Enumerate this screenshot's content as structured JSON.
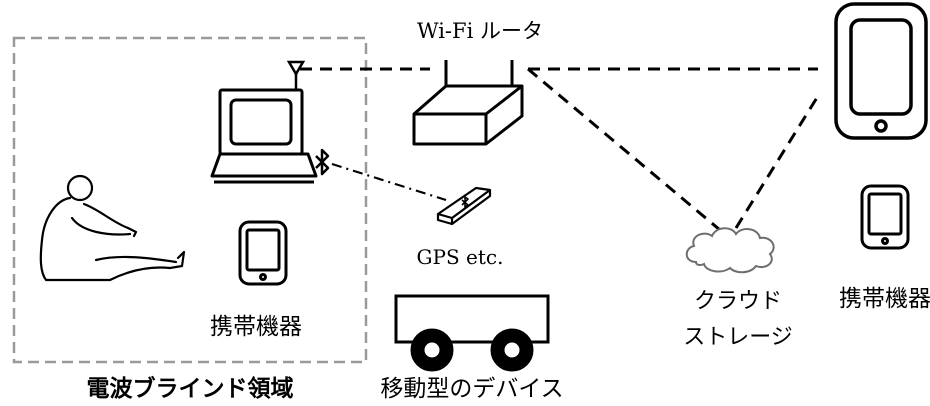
{
  "labels": {
    "router": "Wi-Fi ルータ",
    "gps": "GPS etc.",
    "mobile_left": "携帯機器",
    "mobile_right": "携帯機器",
    "cloud_line1": "クラウド",
    "cloud_line2": "ストレージ",
    "blind_zone": "電波ブラインド領域",
    "mobile_device": "移動型のデバイス"
  },
  "icons": {
    "person": "seated-person-icon",
    "laptop": "laptop-icon",
    "antenna": "antenna-icon",
    "bluetooth": "bluetooth-icon",
    "router": "wifi-router-icon",
    "gps_module": "gps-module-icon",
    "cloud": "cloud-icon",
    "tablet": "tablet-icon",
    "phone_left": "smartphone-icon",
    "phone_right": "smartphone-icon",
    "vehicle": "wheeled-robot-icon"
  },
  "colors": {
    "zone_border": "#9a9a9a",
    "line": "#000000",
    "cloud_stroke": "#6e6e6e"
  }
}
